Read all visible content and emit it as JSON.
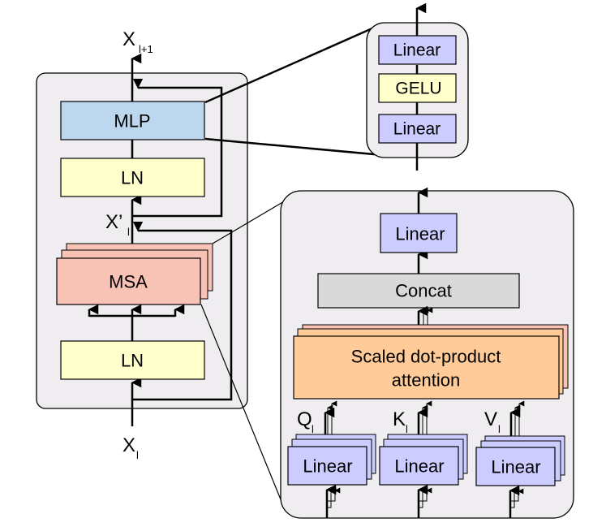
{
  "title": "Transformer encoder block diagram",
  "colors": {
    "panel_fill": "#efedf0",
    "mlp_fill": "#bdd7ee",
    "ln_fill": "#ffffcc",
    "msa_fill": "#f8c2b4",
    "linear_fill": "#ccccff",
    "gelu_fill": "#ffffcc",
    "concat_fill": "#d9d9d9",
    "attention_fill": "#ffcc99",
    "attention_back_fill": "#f8c2b4",
    "stroke": "#000000"
  },
  "encoder": {
    "output_label": "X",
    "output_sub": "l+1",
    "mlp_label": "MLP",
    "ln_top_label": "LN",
    "mid_label": "X’",
    "mid_sub": "l",
    "msa_label": "MSA",
    "ln_bottom_label": "LN",
    "input_label": "X",
    "input_sub": "l"
  },
  "mlp_detail": {
    "top_label": "Linear",
    "middle_label": "GELU",
    "bottom_label": "Linear"
  },
  "msa_detail": {
    "output_linear_label": "Linear",
    "concat_label": "Concat",
    "attention_line1": "Scaled dot-product",
    "attention_line2": "attention",
    "q_label": "Q",
    "q_sub": "l",
    "k_label": "K",
    "k_sub": "l",
    "v_label": "V",
    "v_sub": "l",
    "q_linear_label": "Linear",
    "k_linear_label": "Linear",
    "v_linear_label": "Linear"
  }
}
